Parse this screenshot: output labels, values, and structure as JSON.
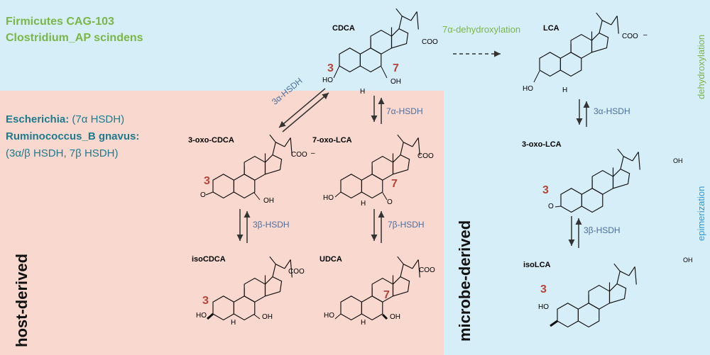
{
  "colors": {
    "blue_bg": "#d6eef8",
    "pink_bg": "#f9d8cf",
    "green": "#7ab648",
    "teal": "#1f7a8c",
    "red_num": "#b5443a",
    "arrow_label": "#4c6e9e",
    "side_label_blue": "#2a9bd6"
  },
  "organisms": {
    "firmicutes": "Firmicutes CAG-103",
    "clostridium": "Clostridium_AP scindens",
    "escherichia_name": "Escherichia:",
    "escherichia_enzyme": " (7α HSDH)",
    "ruminococcus_name": "Ruminococcus_B gnavus:",
    "ruminococcus_enzyme": "(3α/β HSDH, 7β HSDH)"
  },
  "region_labels": {
    "host": "host-derived",
    "microbe": "microbe-derived"
  },
  "side_labels": {
    "dehydroxylation": "dehydroxylation",
    "epimerization": "epimerization"
  },
  "compounds": {
    "cdca": "CDCA",
    "lca": "LCA",
    "oxo3_cdca": "3-oxo-CDCA",
    "oxo7_lca": "7-oxo-LCA",
    "isocdca": "isoCDCA",
    "udca": "UDCA",
    "oxo3_lca": "3-oxo-LCA",
    "isolca": "isoLCA"
  },
  "reactions": {
    "dehydroxylation_7a": "7α-dehydroxylation",
    "hsdh_3a_diag": "3α-HSDH",
    "hsdh_7a": "7α-HSDH",
    "hsdh_3b_left": "3β-HSDH",
    "hsdh_7b": "7β-HSDH",
    "hsdh_3a_right": "3α-HSDH",
    "hsdh_3b_right": "3β-HSDH"
  },
  "atoms": {
    "coo": "COO",
    "minus": "–",
    "oh": "OH",
    "ho": "HO",
    "h": "H",
    "o": "O",
    "num3": "3",
    "num7": "7"
  }
}
